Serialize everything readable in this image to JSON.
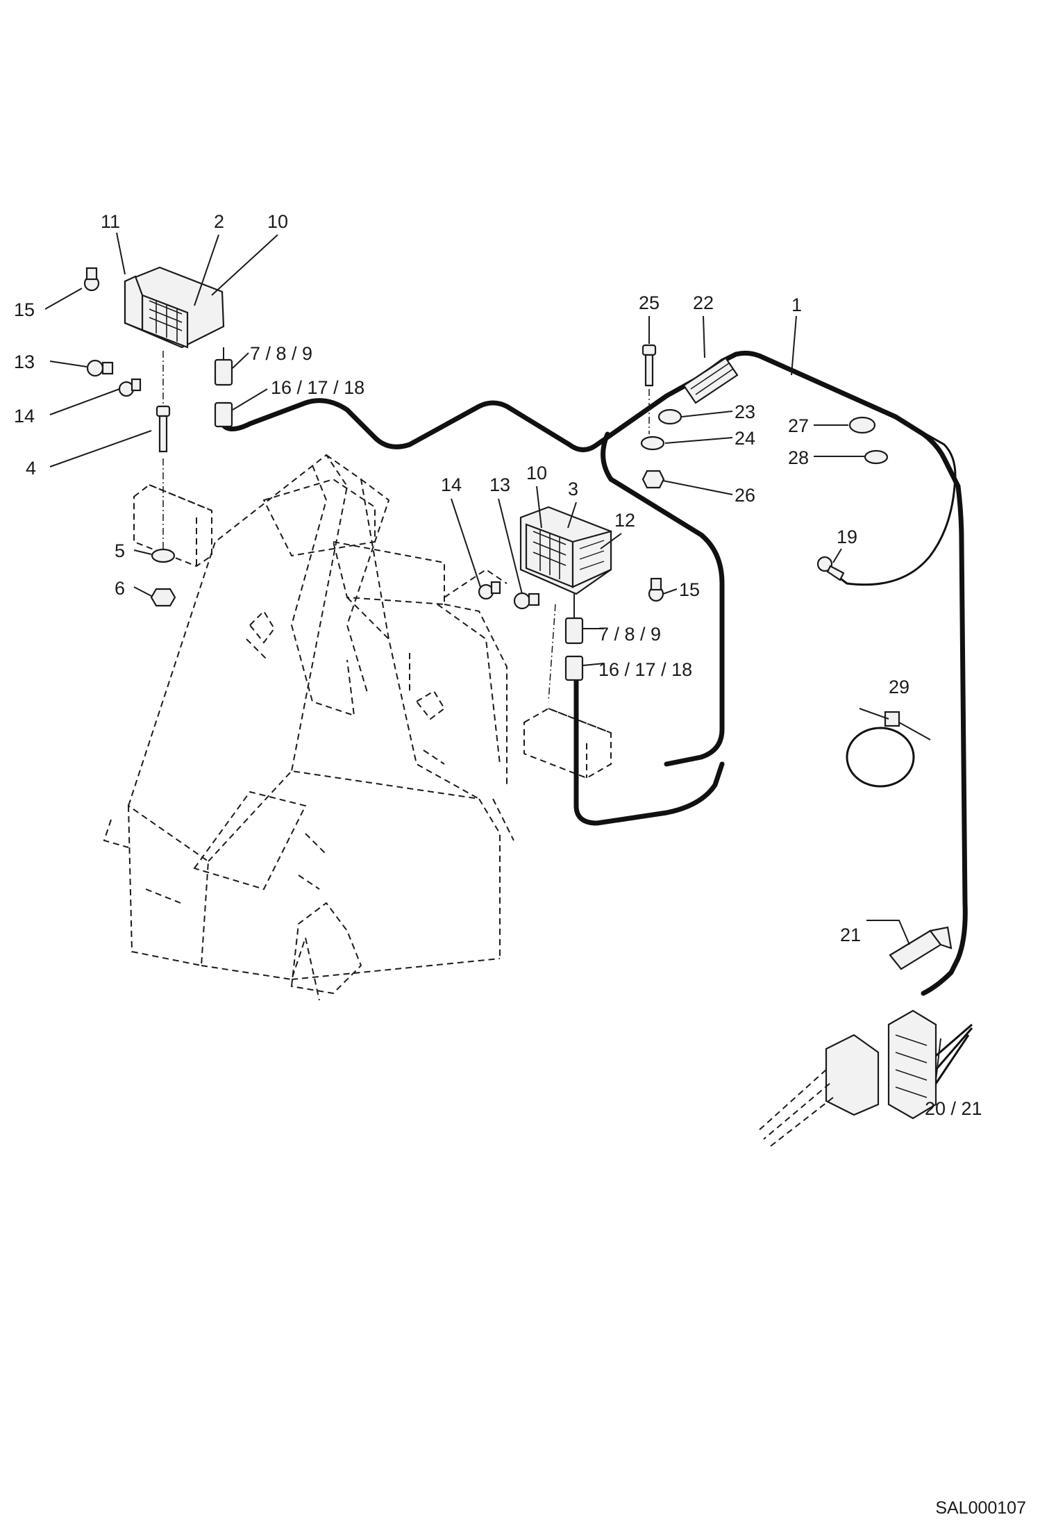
{
  "drawing_code": "SAL000107",
  "callouts": {
    "c1": "1",
    "c2": "2",
    "c3": "3",
    "c4": "4",
    "c5": "5",
    "c6": "6",
    "c7a": "7 / 8 / 9",
    "c7b": "7 / 8 / 9",
    "c10a": "10",
    "c10b": "10",
    "c11": "11",
    "c12": "12",
    "c13a": "13",
    "c13b": "13",
    "c14a": "14",
    "c14b": "14",
    "c15a": "15",
    "c15b": "15",
    "c16a": "16  / 17 / 18",
    "c16b": "16  / 17 / 18",
    "c19": "19",
    "c20": "20  / 21",
    "c21": "21",
    "c22": "22",
    "c23": "23",
    "c24": "24",
    "c25": "25",
    "c26": "26",
    "c27": "27",
    "c28": "28",
    "c29": "29"
  }
}
